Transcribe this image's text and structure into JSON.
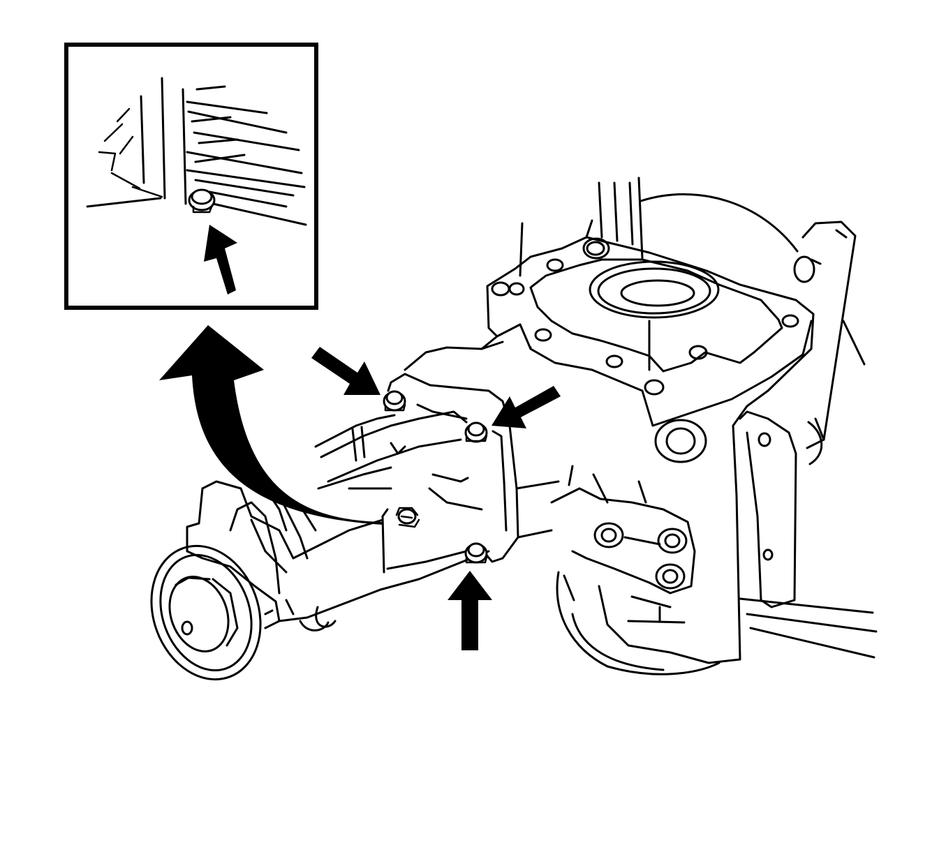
{
  "figure": {
    "background_color": "#ffffff",
    "line_color": "#000000",
    "components": {
      "detail_inset": "inset-box",
      "callout_arrow": "curved-callout-arrow",
      "pointer_arrows": [
        "arrow-upper-left-bolt",
        "arrow-upper-right-bolt",
        "arrow-lower-bolt",
        "inset-arrow"
      ]
    }
  }
}
